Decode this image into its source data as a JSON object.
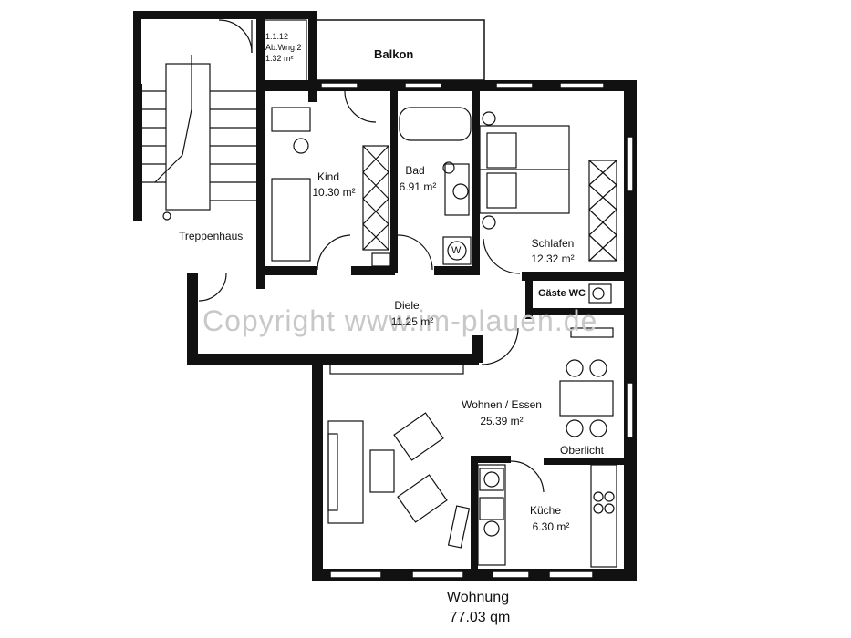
{
  "plan": {
    "title": "Wohnung",
    "total_area": "77.03 qm",
    "watermark": "Copyright www.im-plauen.de",
    "balcony": "Balkon",
    "staircase": "Treppenhaus",
    "storage": {
      "line1": "1.1.12",
      "line2": "Ab.Wng.2",
      "line3": "1.32 m²"
    },
    "rooms": [
      {
        "name": "Kind",
        "area": "10.30 m²"
      },
      {
        "name": "Bad",
        "area": "6.91 m²"
      },
      {
        "name": "Schlafen",
        "area": "12.32 m²"
      },
      {
        "name": "Gäste WC",
        "area": ""
      },
      {
        "name": "Diele",
        "area": "11.25 m²"
      },
      {
        "name": "Wohnen / Essen",
        "area": "25.39 m²"
      },
      {
        "name": "Küche",
        "area": "6.30 m²"
      }
    ],
    "skylight": "Oberlicht",
    "washer_symbol": "W"
  },
  "colors": {
    "wall": "#111111",
    "background": "#ffffff",
    "watermark": "#c8c8c8"
  }
}
